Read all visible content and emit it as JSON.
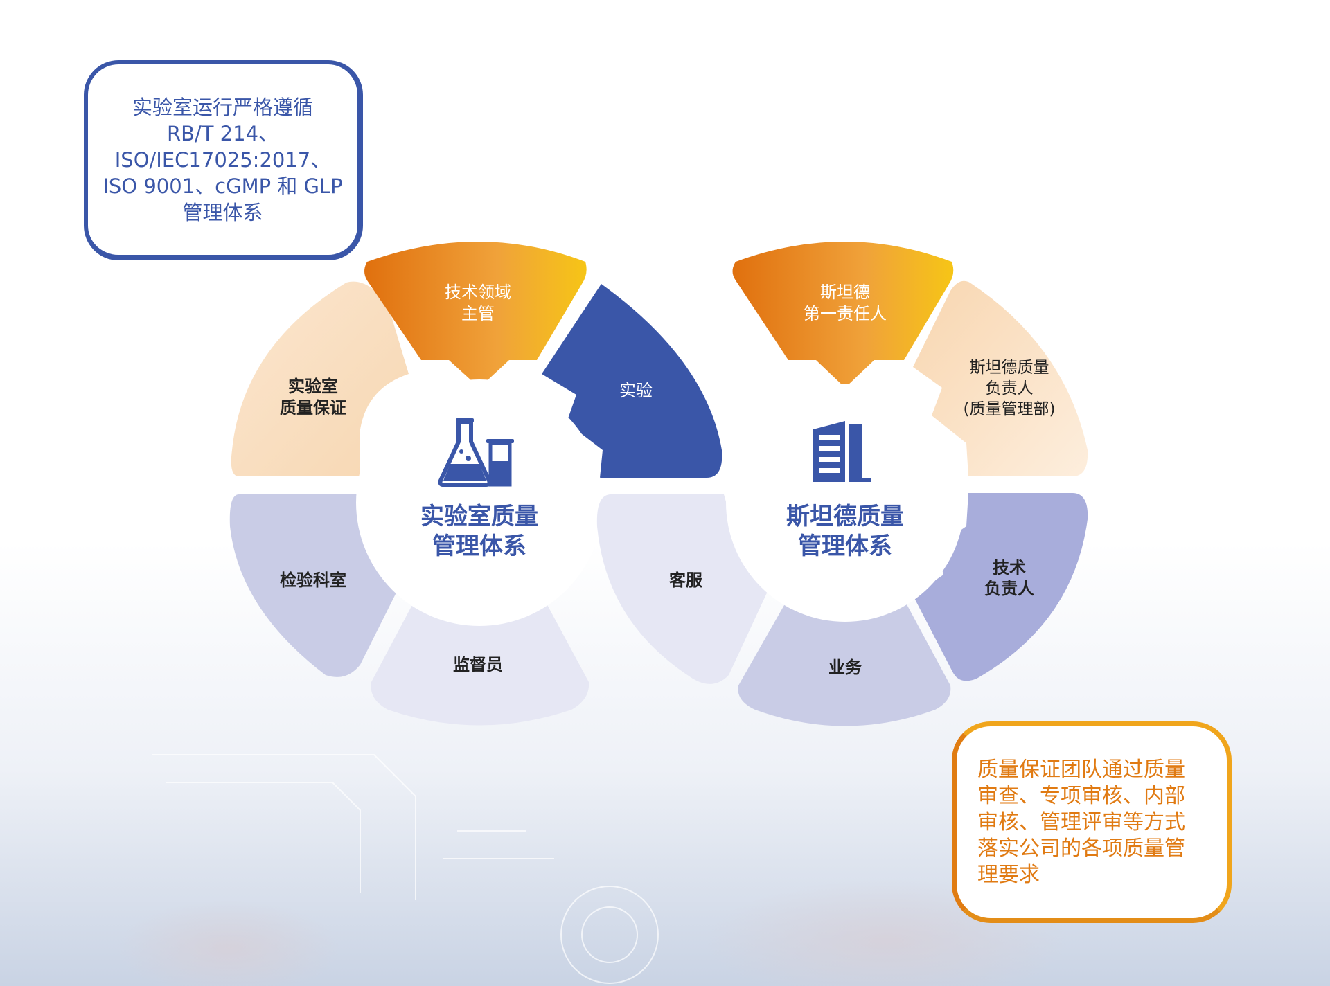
{
  "colors": {
    "blue": "#3a56a8",
    "orange_start": "#e0700e",
    "orange_end": "#f6c516",
    "peach": "#f9dcba",
    "lavender": "#c9cce6",
    "lavender_light": "#e6e7f4",
    "periwinkle": "#a8addb"
  },
  "note_left": {
    "lines": [
      "实验室运行严格遵循",
      "RB/T 214、",
      "ISO/IEC17025:2017、",
      "ISO 9001、cGMP 和 GLP",
      "管理体系"
    ]
  },
  "note_right": {
    "text": "质量保证团队通过质量审查、专项审核、内部审核、管理评审等方式落实公司的各项质量管理要求"
  },
  "left_wheel": {
    "icon": "lab-flask-icon",
    "center_lines": [
      "实验室质量",
      "管理体系"
    ],
    "segments": [
      {
        "id": "lab-qa",
        "lines": [
          "实验室",
          "质量保证"
        ]
      },
      {
        "id": "tech-lead",
        "lines": [
          "技术领域",
          "主管"
        ]
      },
      {
        "id": "experiment",
        "lines": [
          "实验"
        ]
      },
      {
        "id": "inspection",
        "lines": [
          "检验科室"
        ]
      },
      {
        "id": "supervisor",
        "lines": [
          "监督员"
        ]
      }
    ]
  },
  "right_wheel": {
    "icon": "building-icon",
    "center_lines": [
      "斯坦德质量",
      "管理体系"
    ],
    "segments": [
      {
        "id": "first-responsible",
        "lines": [
          "斯坦德",
          "第一责任人"
        ]
      },
      {
        "id": "quality-owner",
        "lines": [
          "斯坦德质量",
          "负责人",
          "(质量管理部)"
        ]
      },
      {
        "id": "tech-owner",
        "lines": [
          "技术",
          "负责人"
        ]
      },
      {
        "id": "business",
        "lines": [
          "业务"
        ]
      },
      {
        "id": "customer-service",
        "lines": [
          "客服"
        ]
      }
    ]
  }
}
